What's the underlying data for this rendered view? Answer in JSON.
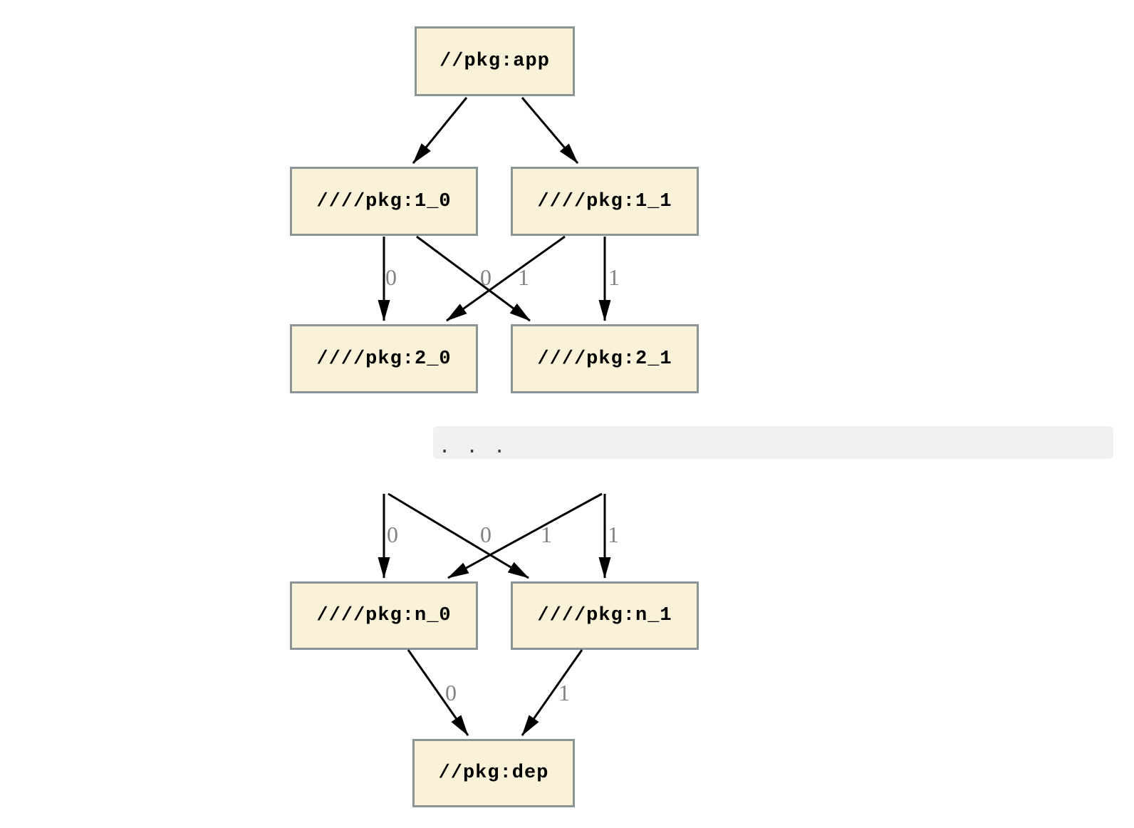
{
  "colors": {
    "background": "#ffffff",
    "node_fill": "#faf2d8",
    "node_border": "#8c9596",
    "node_text": "#000000",
    "edge": "#000000",
    "edge_label": "#828282",
    "band_bg": "#f1f1f1",
    "band_dots": "#3a3a3a"
  },
  "nodes": {
    "app": {
      "label": "//pkg:app"
    },
    "l1_0": {
      "label": "////pkg:1_0"
    },
    "l1_1": {
      "label": "////pkg:1_1"
    },
    "l2_0": {
      "label": "////pkg:2_0"
    },
    "l2_1": {
      "label": "////pkg:2_1"
    },
    "ln_0": {
      "label": "////pkg:n_0"
    },
    "ln_1": {
      "label": "////pkg:n_1"
    },
    "dep": {
      "label": "//pkg:dep"
    }
  },
  "ellipsis": {
    "text": ". . ."
  },
  "edges": [
    {
      "from": "//pkg:app",
      "to": "////pkg:1_0",
      "label": ""
    },
    {
      "from": "//pkg:app",
      "to": "////pkg:1_1",
      "label": ""
    },
    {
      "from": "////pkg:1_0",
      "to": "////pkg:2_0",
      "label": "0"
    },
    {
      "from": "////pkg:1_1",
      "to": "////pkg:2_0",
      "label": "0"
    },
    {
      "from": "////pkg:1_0",
      "to": "////pkg:2_1",
      "label": "1"
    },
    {
      "from": "////pkg:1_1",
      "to": "////pkg:2_1",
      "label": "1"
    },
    {
      "from": "ellipsis",
      "to": "////pkg:n_0",
      "label": "0"
    },
    {
      "from": "ellipsis",
      "to": "////pkg:n_0",
      "label": "0"
    },
    {
      "from": "ellipsis",
      "to": "////pkg:n_1",
      "label": "1"
    },
    {
      "from": "ellipsis",
      "to": "////pkg:n_1",
      "label": "1"
    },
    {
      "from": "////pkg:n_0",
      "to": "//pkg:dep",
      "label": "0"
    },
    {
      "from": "////pkg:n_1",
      "to": "//pkg:dep",
      "label": "1"
    }
  ]
}
